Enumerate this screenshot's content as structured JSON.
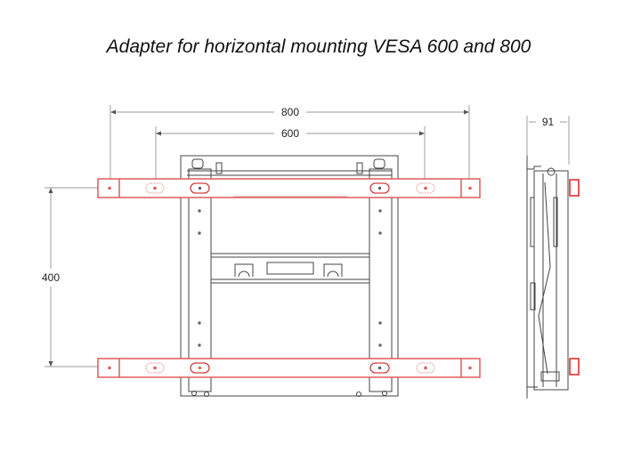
{
  "title": "Adapter for horizontal mounting VESA 600 and 800",
  "dimensions": {
    "width_outer": "800",
    "width_inner": "600",
    "height": "400",
    "depth": "91"
  },
  "colors": {
    "rail": "#e05a5a",
    "side_marker": "#e02020",
    "line": "#444444"
  }
}
